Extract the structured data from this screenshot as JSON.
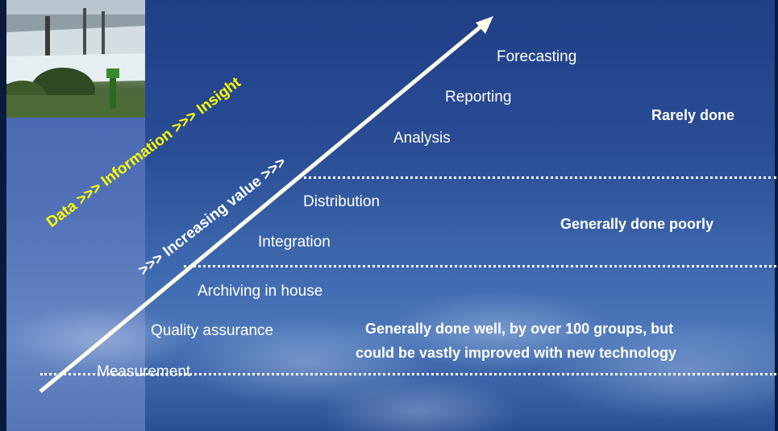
{
  "diagonal_labels": {
    "data_to_insight": "Data >>> Information >>> Insight",
    "increasing_value": ">>> Increasing value >>>"
  },
  "stages": [
    "Measurement",
    "Quality assurance",
    "Archiving in house",
    "Integration",
    "Distribution",
    "Analysis",
    "Reporting",
    "Forecasting"
  ],
  "tiers": {
    "top": "Rarely done",
    "middle": "Generally done poorly",
    "bottom_line1": "Generally done well, by over 100 groups, but",
    "bottom_line2": "could be vastly improved with new technology"
  },
  "colors": {
    "diagonal_yellow": "#ffff00",
    "text_white": "#ffffff",
    "background_blue": "#2a4d96"
  }
}
